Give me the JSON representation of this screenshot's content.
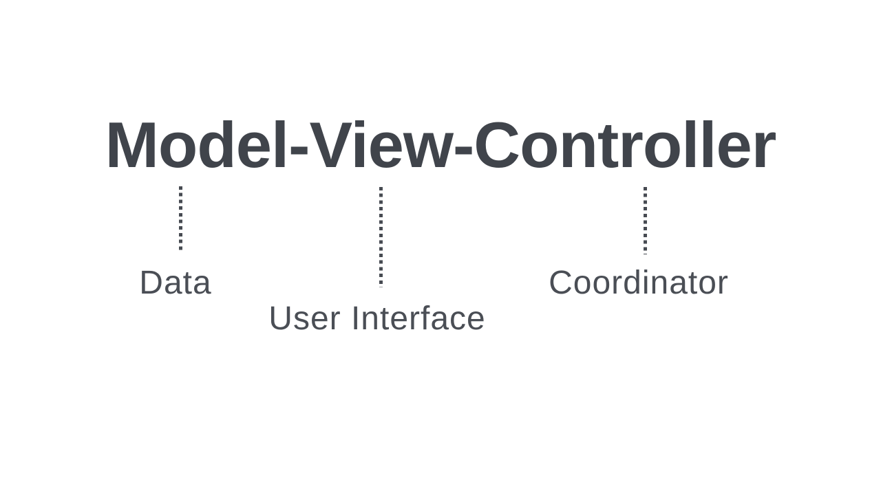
{
  "colors": {
    "background": "#ffffff",
    "title_text": "#40444b",
    "label_text": "#4a4e55",
    "leader_line": "#474b52"
  },
  "diagram": {
    "title": "Model-View-Controller",
    "labels": [
      {
        "text": "Data",
        "connects_to": "Model"
      },
      {
        "text": "User Interface",
        "connects_to": "View"
      },
      {
        "text": "Coordinator",
        "connects_to": "Controller"
      }
    ]
  }
}
